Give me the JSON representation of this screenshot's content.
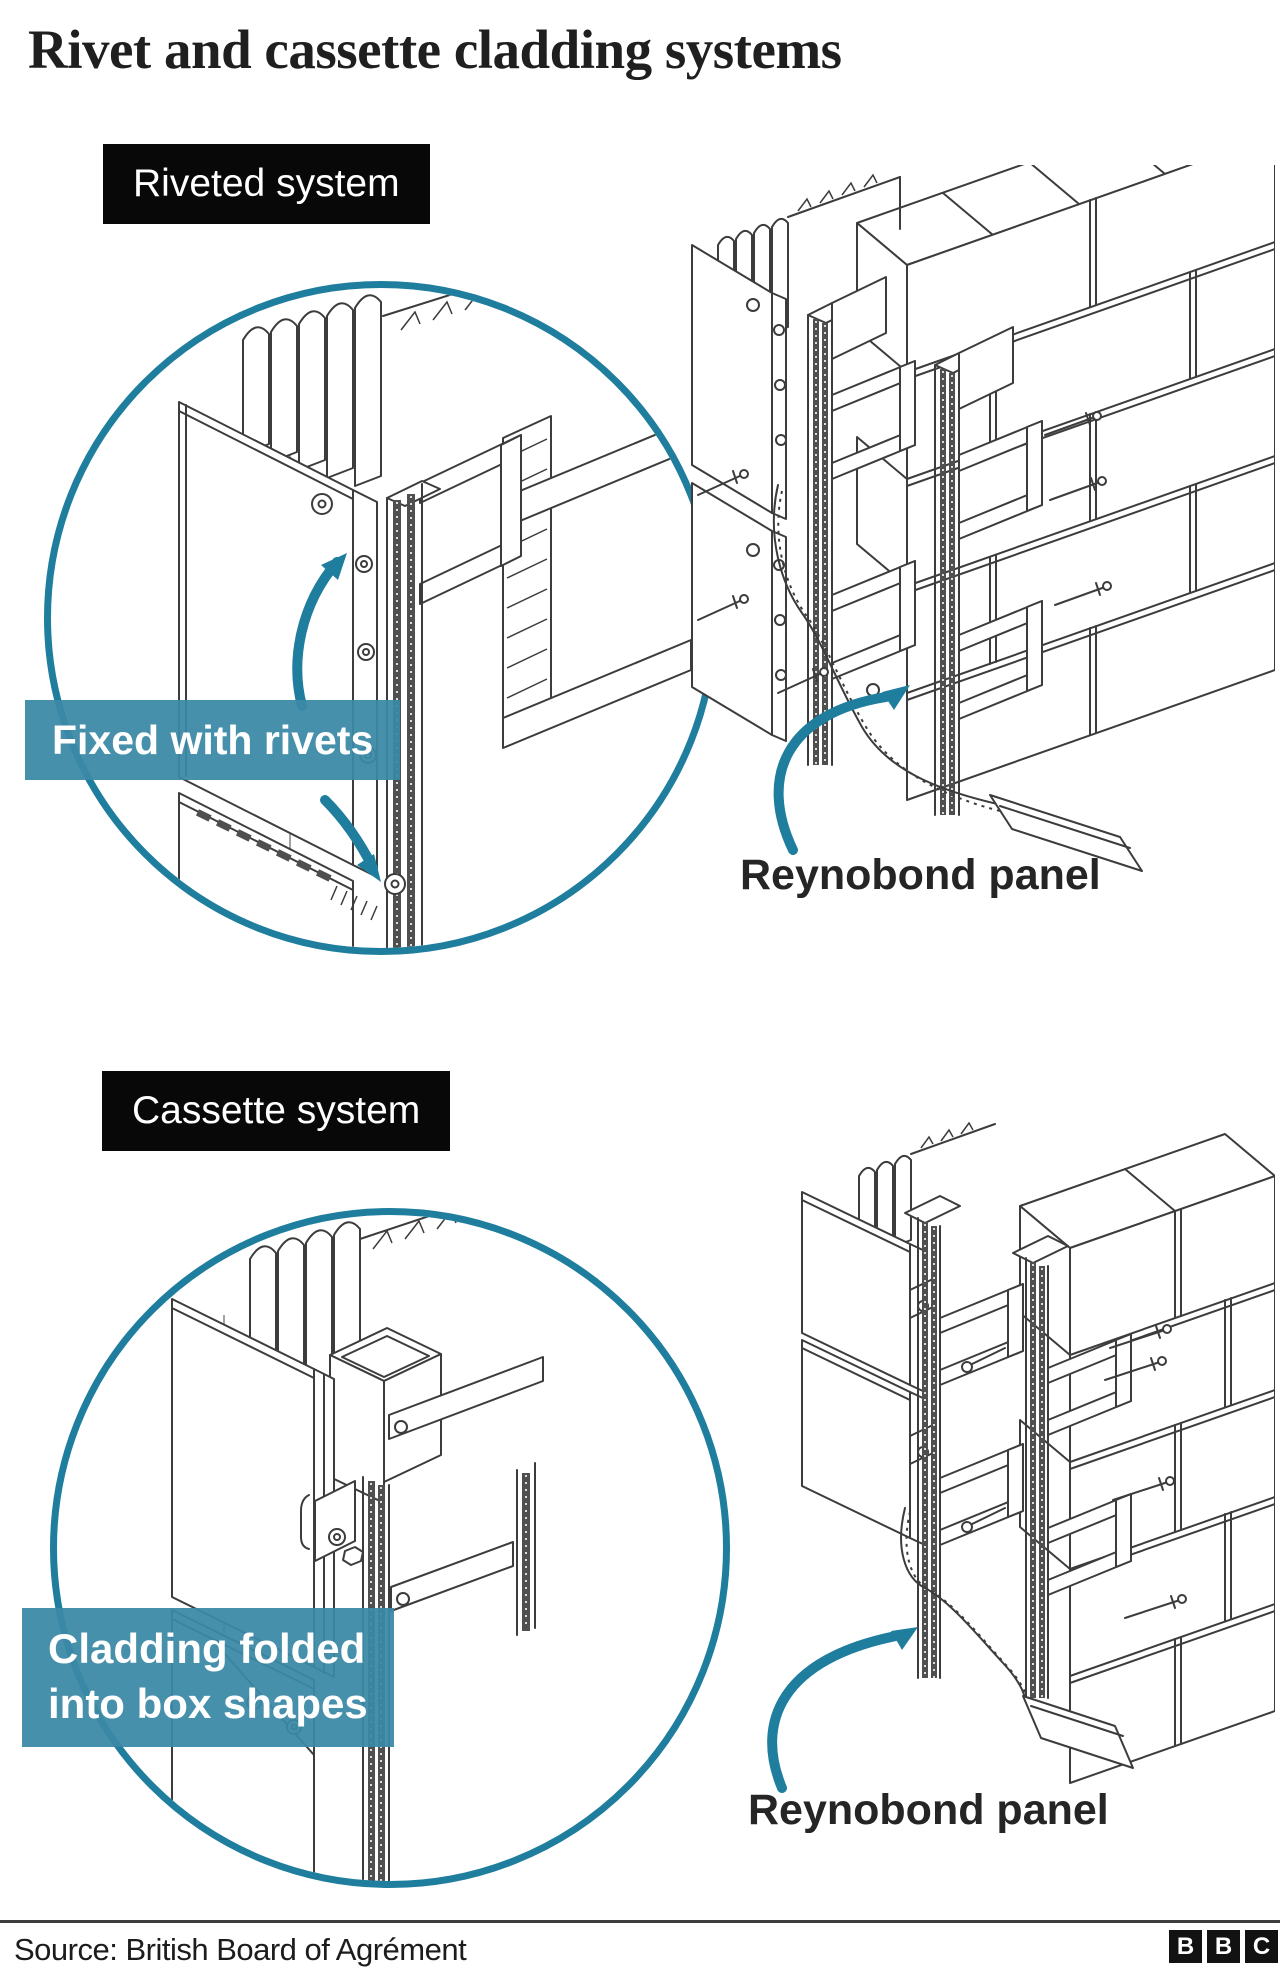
{
  "title": "Rivet and cassette cladding systems",
  "sections": {
    "riveted": {
      "badge": "Riveted system",
      "callout_line1": "Fixed with rivets",
      "panel_label": "Reynobond panel"
    },
    "cassette": {
      "badge": "Cassette system",
      "callout_line1": "Cladding folded",
      "callout_line2": "into box shapes",
      "panel_label": "Reynobond panel"
    }
  },
  "footer": {
    "source": "Source: British Board of Agrément",
    "logo_letters": [
      "B",
      "B",
      "C"
    ]
  },
  "colors": {
    "accent": "#1f7e9e",
    "callout_bg": "#3b89a6",
    "badge_bg": "#080808",
    "ink": "#1f1f1f"
  }
}
